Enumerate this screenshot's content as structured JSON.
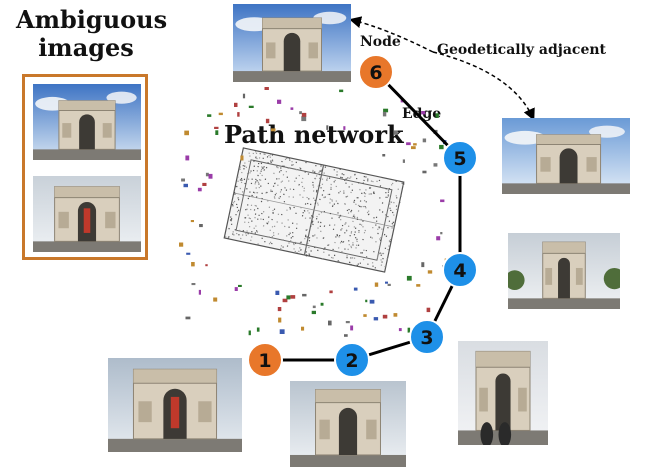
{
  "labels": {
    "ambiguous": "Ambiguous images",
    "path_network": "Path network",
    "node": "Node",
    "edge": "Edge",
    "geodetically_adjacent": "Geodetically adjacent"
  },
  "nodes": [
    {
      "id": "1",
      "kind": "ambiguous"
    },
    {
      "id": "2",
      "kind": "normal"
    },
    {
      "id": "3",
      "kind": "normal"
    },
    {
      "id": "4",
      "kind": "normal"
    },
    {
      "id": "5",
      "kind": "normal"
    },
    {
      "id": "6",
      "kind": "ambiguous"
    }
  ],
  "colors": {
    "ambiguous_node": "#e8772a",
    "normal_node": "#1e90e8",
    "box_border": "#c9782a",
    "edge": "#000000"
  },
  "photos": [
    {
      "name": "photo-node-6",
      "subject": "arc-de-triomphe"
    },
    {
      "name": "photo-ambiguous-1",
      "subject": "arc-de-triomphe"
    },
    {
      "name": "photo-ambiguous-2",
      "subject": "arc-de-triomphe"
    },
    {
      "name": "photo-node-5",
      "subject": "arc-de-triomphe"
    },
    {
      "name": "photo-node-4",
      "subject": "arc-de-triomphe"
    },
    {
      "name": "photo-node-3",
      "subject": "arc-de-triomphe"
    },
    {
      "name": "photo-node-2",
      "subject": "arc-de-triomphe"
    },
    {
      "name": "photo-node-1",
      "subject": "arc-de-triomphe"
    }
  ]
}
